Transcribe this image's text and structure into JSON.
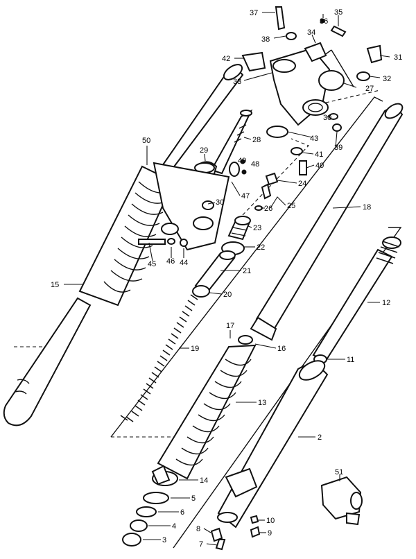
{
  "callouts": [
    {
      "id": "c37",
      "text": "37"
    },
    {
      "id": "c36",
      "text": "36"
    },
    {
      "id": "c35",
      "text": "35"
    },
    {
      "id": "c38",
      "text": "38"
    },
    {
      "id": "c34",
      "text": "34"
    },
    {
      "id": "c42",
      "text": "42"
    },
    {
      "id": "c31",
      "text": "31"
    },
    {
      "id": "c33",
      "text": "33"
    },
    {
      "id": "c32",
      "text": "32"
    },
    {
      "id": "c27",
      "text": "27"
    },
    {
      "id": "c30b",
      "text": "30"
    },
    {
      "id": "c43",
      "text": "43"
    },
    {
      "id": "c39",
      "text": "39"
    },
    {
      "id": "c50",
      "text": "50"
    },
    {
      "id": "c28",
      "text": "28"
    },
    {
      "id": "c29",
      "text": "29"
    },
    {
      "id": "c41",
      "text": "41"
    },
    {
      "id": "c49",
      "text": "49"
    },
    {
      "id": "c48",
      "text": "48"
    },
    {
      "id": "c40",
      "text": "40"
    },
    {
      "id": "c24",
      "text": "24"
    },
    {
      "id": "c47",
      "text": "47"
    },
    {
      "id": "c30",
      "text": "30"
    },
    {
      "id": "c25",
      "text": "25"
    },
    {
      "id": "c26",
      "text": "26"
    },
    {
      "id": "c18",
      "text": "18"
    },
    {
      "id": "c23",
      "text": "23"
    },
    {
      "id": "c45",
      "text": "45"
    },
    {
      "id": "c46",
      "text": "46"
    },
    {
      "id": "c44",
      "text": "44"
    },
    {
      "id": "c22",
      "text": "22"
    },
    {
      "id": "c21",
      "text": "21"
    },
    {
      "id": "c15",
      "text": "15"
    },
    {
      "id": "c20",
      "text": "20"
    },
    {
      "id": "c12",
      "text": "12"
    },
    {
      "id": "c17",
      "text": "17"
    },
    {
      "id": "c16",
      "text": "16"
    },
    {
      "id": "c19",
      "text": "19"
    },
    {
      "id": "c11",
      "text": "11"
    },
    {
      "id": "c13",
      "text": "13"
    },
    {
      "id": "c2",
      "text": "2"
    },
    {
      "id": "c51",
      "text": "51"
    },
    {
      "id": "c14",
      "text": "14"
    },
    {
      "id": "c5",
      "text": "5"
    },
    {
      "id": "c6",
      "text": "6"
    },
    {
      "id": "c4",
      "text": "4"
    },
    {
      "id": "c10",
      "text": "10"
    },
    {
      "id": "c3",
      "text": "3"
    },
    {
      "id": "c8",
      "text": "8"
    },
    {
      "id": "c9",
      "text": "9"
    },
    {
      "id": "c7",
      "text": "7"
    }
  ]
}
